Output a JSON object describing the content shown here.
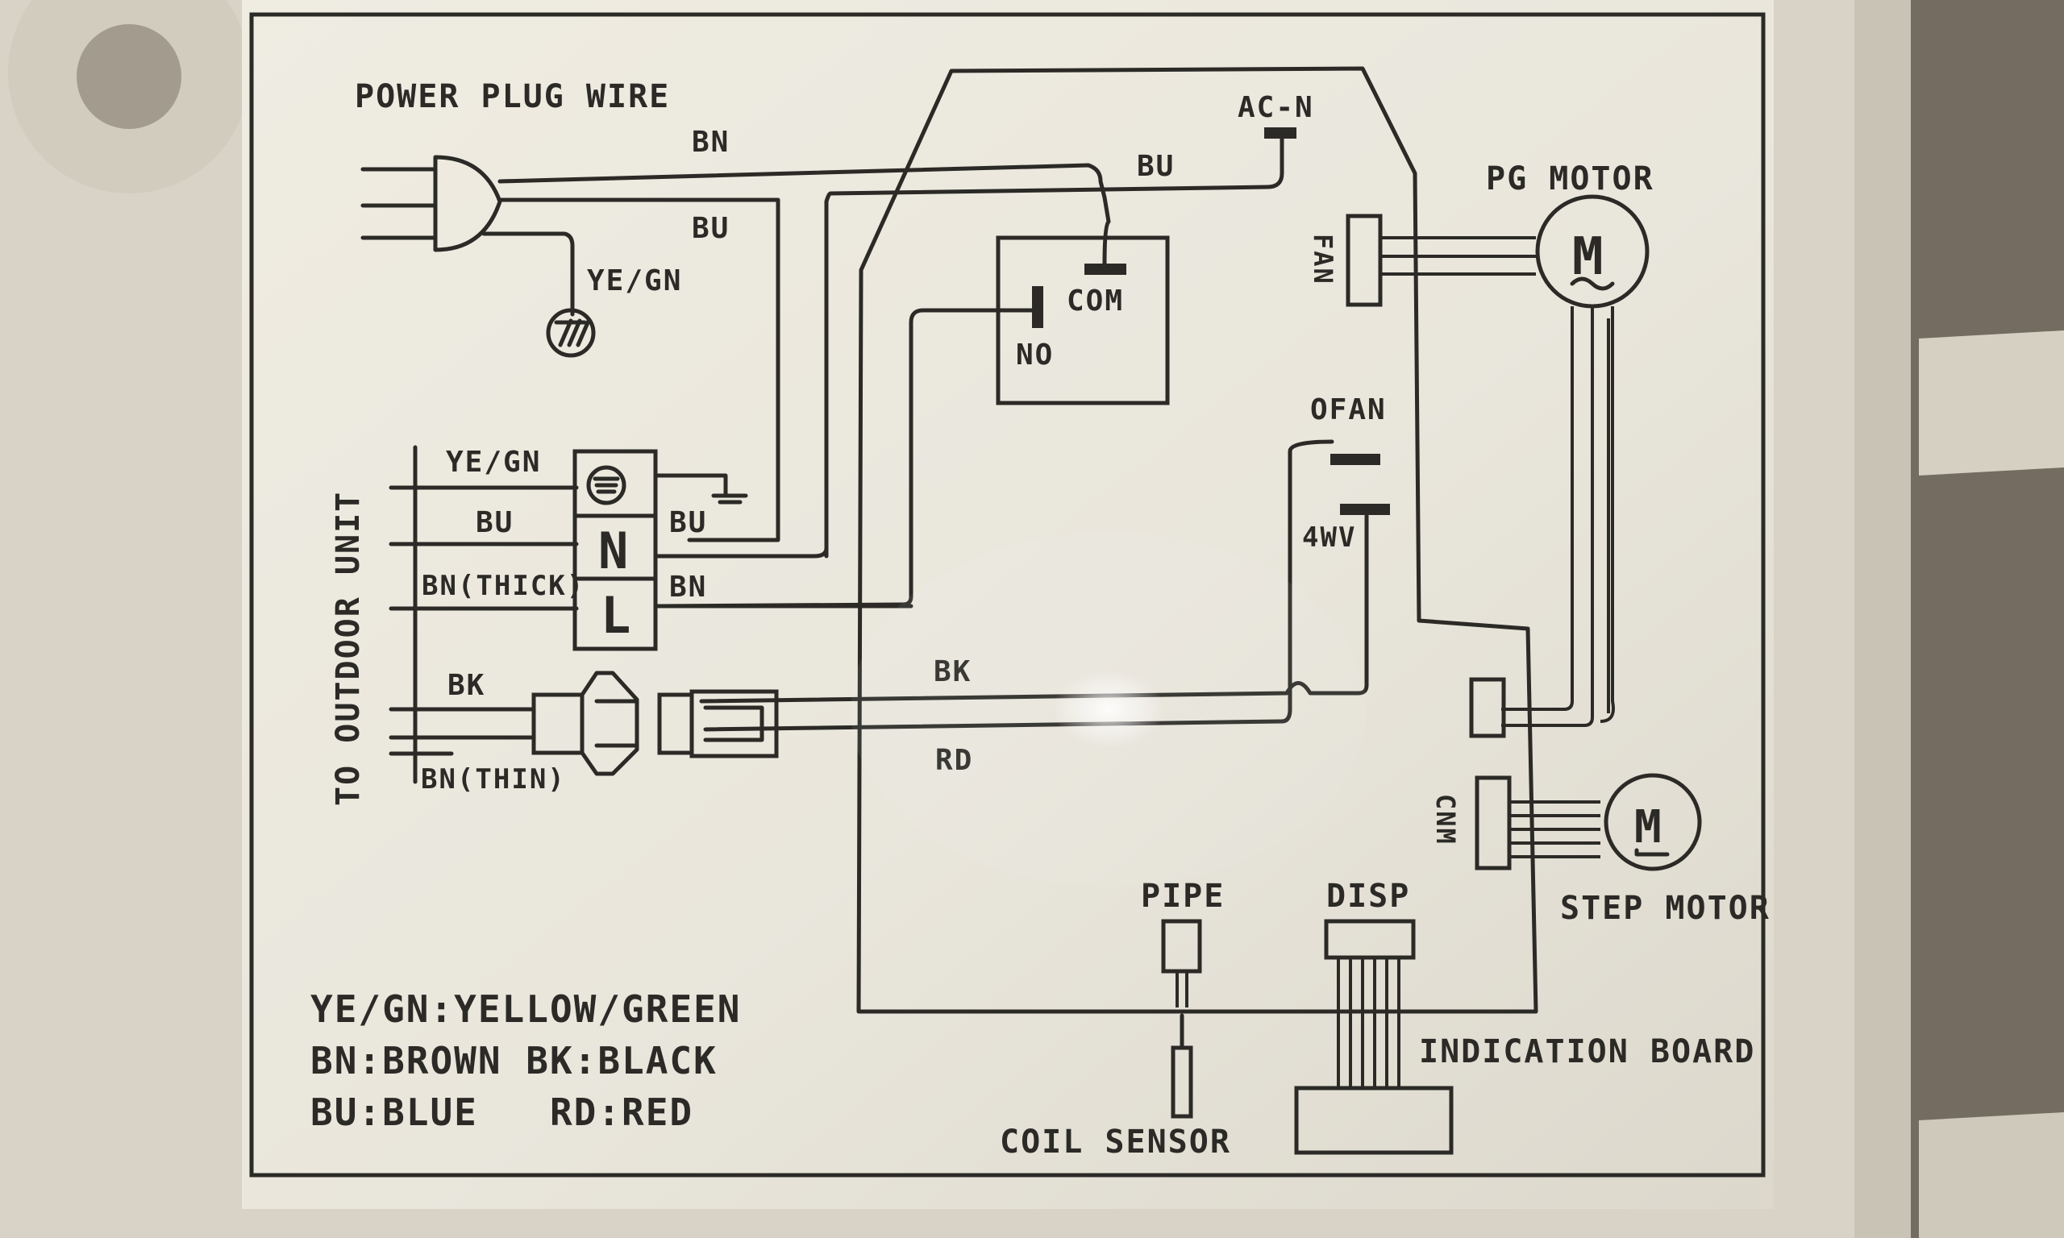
{
  "labels": {
    "power_plug_wire": "POWER PLUG WIRE",
    "plug_bn": "BN",
    "plug_bu": "BU",
    "plug_yegn": "YE/GN",
    "acn": "AC-N",
    "bu_top": "BU",
    "com": "COM",
    "no": "NO",
    "pg_motor": "PG MOTOR",
    "motor_m": "M",
    "fan": "FAN",
    "ofan": "OFAN",
    "fourwv": "4WV",
    "to_outdoor_unit": "TO OUTDOOR UNIT",
    "tb_yegn": "YE/GN",
    "tb_bu": "BU",
    "tb_bnthick": "BN(THICK)",
    "tb_n": "N",
    "tb_l": "L",
    "tb_bu_right": "BU",
    "tb_bn_right": "BN",
    "bk_left": "BK",
    "bn_thin": "BN(THIN)",
    "bk_mid": "BK",
    "rd_mid": "RD",
    "cnm": "CNM",
    "step_motor": "STEP MOTOR",
    "step_m": "M",
    "pipe": "PIPE",
    "disp": "DISP",
    "indication_board": "INDICATION BOARD",
    "coil_sensor": "COIL SENSOR"
  },
  "legend": {
    "line1": "YE/GN:YELLOW/GREEN",
    "line2": "BN:BROWN BK:BLACK",
    "line3": "BU:BLUE   RD:RED"
  }
}
